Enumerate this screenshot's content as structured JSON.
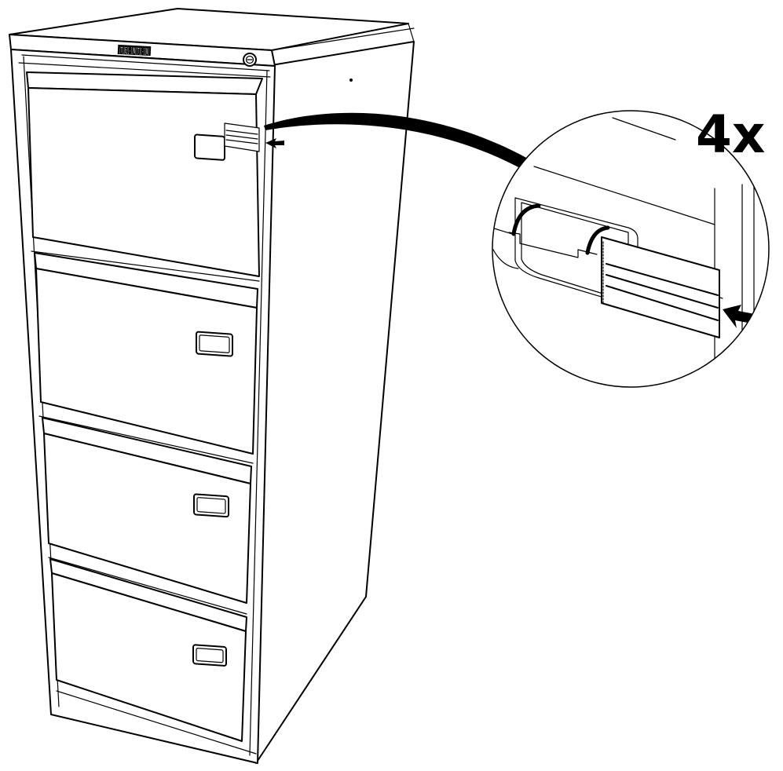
{
  "illustration": {
    "subject": "filing-cabinet",
    "drawer_count": 4,
    "brand_plate_text": "[T][E][-][N][T][-][N]",
    "callout_multiplier": "4x",
    "colors": {
      "line": "#000000",
      "background": "#ffffff"
    },
    "icons": [
      "key-lock-icon",
      "label-holder-icon",
      "insert-arrow-icon"
    ]
  }
}
